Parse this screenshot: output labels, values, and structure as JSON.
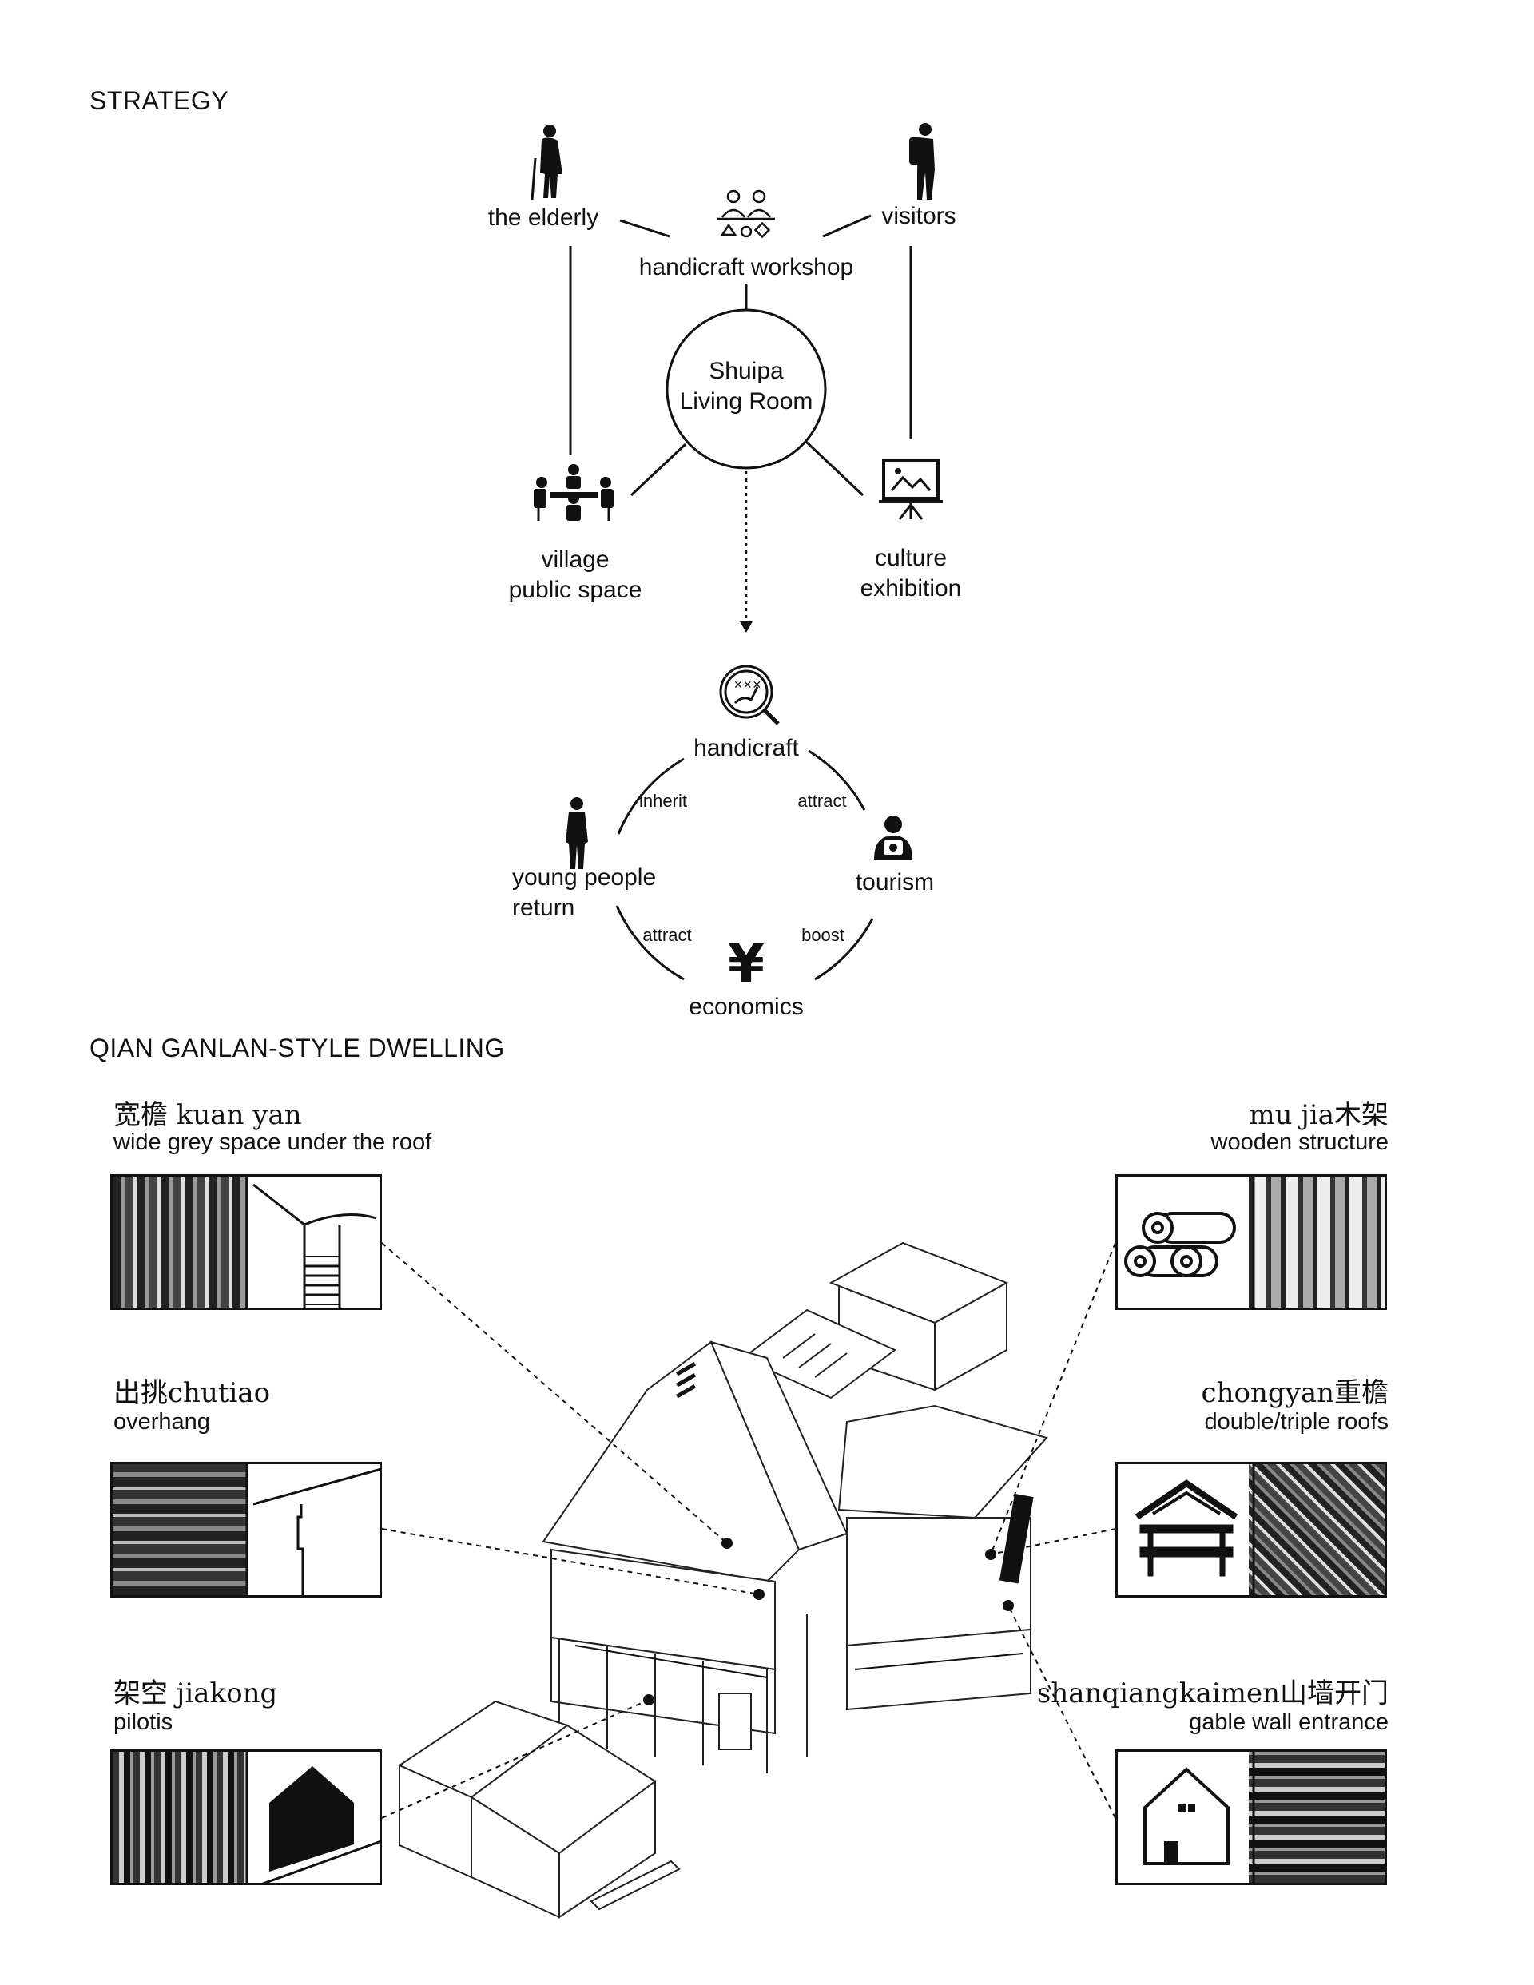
{
  "strategy": {
    "heading": "STRATEGY",
    "nodes": {
      "elderly": "the elderly",
      "visitors": "visitors",
      "workshop": "handicraft workshop",
      "center_line1": "Shuipa",
      "center_line2": "Living Room",
      "public_space_line1": "village",
      "public_space_line2": "public space",
      "culture_line1": "culture",
      "culture_line2": "exhibition"
    },
    "cycle": {
      "handicraft": "handicraft",
      "tourism": "tourism",
      "economics": "economics",
      "young_line1": "young people",
      "young_line2": "return",
      "edge_inherit": "inherit",
      "edge_attract_top": "attract",
      "edge_attract_bottom": "attract",
      "edge_boost": "boost",
      "yen_symbol": "¥"
    }
  },
  "dwelling": {
    "heading": "QIAN GANLAN-STYLE DWELLING",
    "features": [
      {
        "cn": "宽檐 kuan yan",
        "en": "wide grey space under the roof"
      },
      {
        "cn": "出挑chutiao",
        "en": "overhang"
      },
      {
        "cn": "架空 jiakong",
        "en": "pilotis"
      },
      {
        "cn": "mu jia木架",
        "en": "wooden structure"
      },
      {
        "cn": "chongyan重檐",
        "en": "double/triple roofs"
      },
      {
        "cn": "shanqiangkaimen山墙开门",
        "en": "gable wall entrance"
      }
    ]
  },
  "icons": [
    "elderly-person-icon",
    "visitor-hiker-icon",
    "handicraft-workshop-icon",
    "meeting-table-icon",
    "exhibition-screen-icon",
    "handicraft-magnifier-icon",
    "standing-person-icon",
    "camera-person-icon",
    "yen-icon",
    "logs-icon",
    "double-roof-icon",
    "gable-house-icon"
  ]
}
